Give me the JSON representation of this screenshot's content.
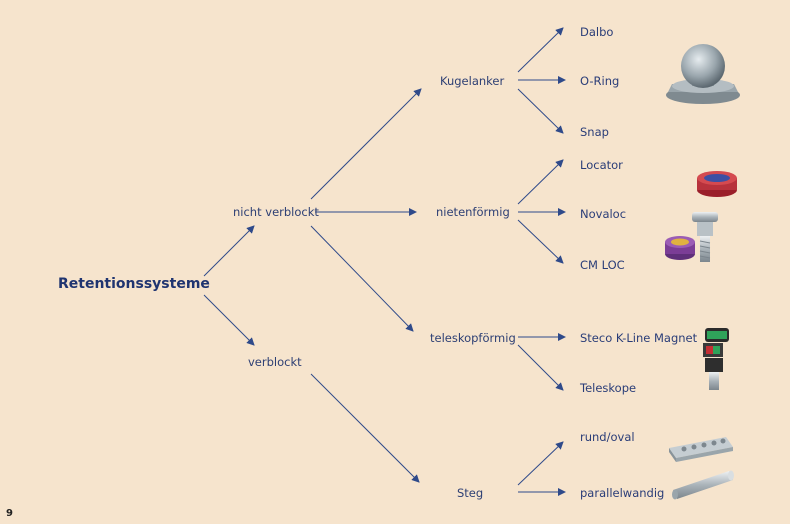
{
  "root": "Retentionssysteme",
  "level1": {
    "nicht_verblockt": "nicht verblockt",
    "verblockt": "verblockt"
  },
  "level2": {
    "kugelanker": "Kugelanker",
    "nietenfoermig": "nietenförmig",
    "teleskopfoermig": "teleskopförmig",
    "steg": "Steg"
  },
  "leaves": {
    "dalbo": "Dalbo",
    "o_ring": "O-Ring",
    "snap": "Snap",
    "locator": "Locator",
    "novaloc": "Novaloc",
    "cm_loc": "CM LOC",
    "steco": "Steco K-Line Magnet",
    "teleskope": "Teleskope",
    "rund_oval": "rund/oval",
    "parallelwandig": "parallelwandig"
  },
  "page_number": "9",
  "colors": {
    "background": "#f6e4cd",
    "text": "#2a3d78",
    "arrow": "#2f4a8a"
  }
}
